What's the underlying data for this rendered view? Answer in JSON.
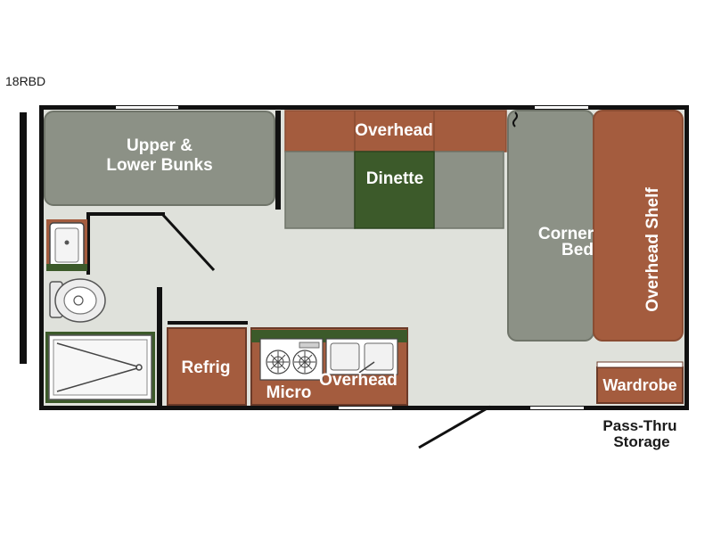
{
  "model": "18RBD",
  "labels": {
    "bunks_line1": "Upper &",
    "bunks_line2": "Lower Bunks",
    "overhead_top": "Overhead",
    "dinette": "Dinette",
    "corner_bed_line1": "Corner",
    "corner_bed_line2": "Bed",
    "overhead_shelf": "Overhead Shelf",
    "refrig": "Refrig",
    "micro": "Micro",
    "overhead_kitchen": "Overhead",
    "wardrobe": "Wardrobe",
    "pass_thru_line1": "Pass-Thru",
    "pass_thru_line2": "Storage"
  },
  "colors": {
    "wall": "#111111",
    "floor": "#dfe1db",
    "gray_furniture": "#8c9186",
    "gray_dark": "#6f7469",
    "brown": "#a45c3e",
    "green": "#3c5a2a"
  }
}
